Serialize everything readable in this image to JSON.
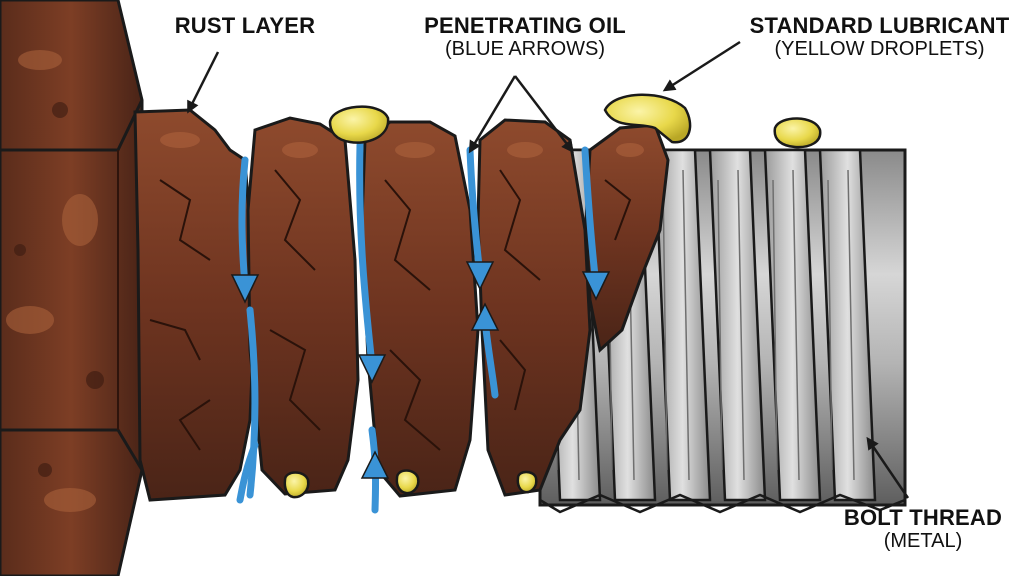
{
  "labels": {
    "rust_layer": {
      "title": "RUST LAYER"
    },
    "penetrating_oil": {
      "title": "PENETRATING OIL",
      "subtitle": "(BLUE ARROWS)"
    },
    "standard_lubricant": {
      "title": "STANDARD LUBRICANT",
      "subtitle": "(YELLOW DROPLETS)"
    },
    "bolt_thread": {
      "title": "BOLT THREAD",
      "subtitle": "(METAL)"
    }
  },
  "colors": {
    "rust_dark": "#4a2417",
    "rust_mid": "#7a3b24",
    "rust_light": "#9a5232",
    "oil_blue": "#3a93d6",
    "lubricant_yellow": "#e8d84a",
    "metal_light": "#c9c9c9",
    "metal_dark": "#6f6f6f",
    "ink": "#1a1a1a"
  },
  "icons": [
    "arrow-icon",
    "droplet-icon"
  ]
}
